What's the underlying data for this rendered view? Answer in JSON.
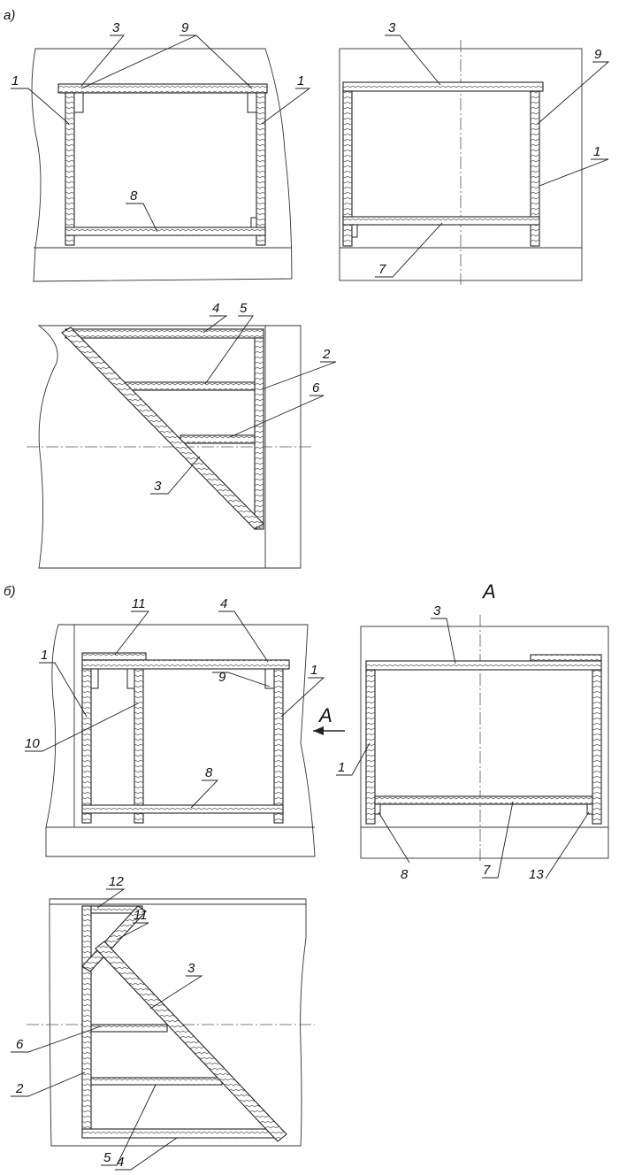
{
  "sections": {
    "a": "а)",
    "b": "б)"
  },
  "view_label": "А",
  "arrow_label": "А",
  "labels": {
    "a_front": [
      "1",
      "3",
      "9",
      "1",
      "8"
    ],
    "a_side": [
      "3",
      "9",
      "1",
      "7"
    ],
    "a_plan": [
      "4",
      "5",
      "2",
      "6",
      "3"
    ],
    "b_front": [
      "11",
      "4",
      "1",
      "1",
      "9",
      "10",
      "8"
    ],
    "b_side": [
      "3",
      "1",
      "8",
      "7",
      "13"
    ],
    "b_plan": [
      "12",
      "11",
      "3",
      "6",
      "2",
      "5",
      "4"
    ]
  }
}
